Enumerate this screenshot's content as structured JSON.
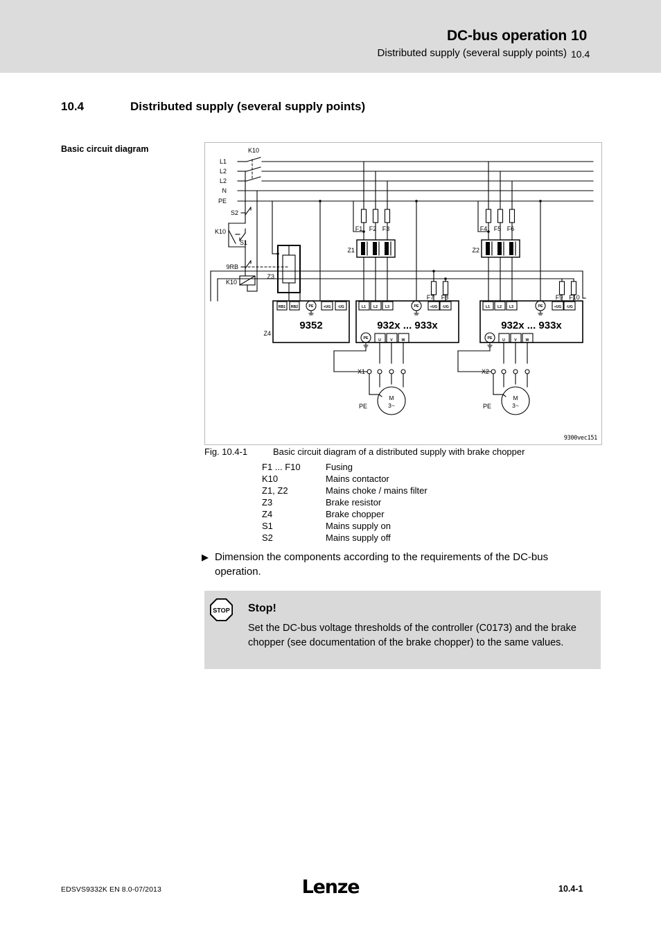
{
  "header": {
    "title": "DC-bus operation",
    "subtitle": "Distributed supply (several supply points)",
    "chapter": "10",
    "section": "10.4"
  },
  "section_heading": {
    "number": "10.4",
    "title": "Distributed supply (several supply points)"
  },
  "side_label": "Basic circuit diagram",
  "figure": {
    "label": "Fig. 10.4-1",
    "caption": "Basic circuit diagram of a distributed supply with brake chopper",
    "reference_code": "9300vec151",
    "legend": [
      {
        "key": "F1 ... F10",
        "value": "Fusing"
      },
      {
        "key": "K10",
        "value": "Mains contactor"
      },
      {
        "key": "Z1, Z2",
        "value": "Mains choke / mains filter"
      },
      {
        "key": "Z3",
        "value": "Brake resistor"
      },
      {
        "key": "Z4",
        "value": "Brake chopper"
      },
      {
        "key": "S1",
        "value": "Mains supply on"
      },
      {
        "key": "S2",
        "value": "Mains supply off"
      }
    ]
  },
  "diagram": {
    "rails": [
      "L1",
      "L2",
      "L2",
      "N",
      "PE"
    ],
    "contactor_label": "K10",
    "control": {
      "s2": "S2",
      "s1": "S1",
      "k10_aux": "K10",
      "thermal": "9RB",
      "k10_coil": "K10"
    },
    "components": {
      "z1": "Z1",
      "z2": "Z2",
      "z3": "Z3",
      "z4": "Z4"
    },
    "fuses_group1": [
      "F1",
      "F2",
      "F3"
    ],
    "fuses_group2": [
      "F4",
      "F5",
      "F6"
    ],
    "fuses_dc1": [
      "F7",
      "F8"
    ],
    "fuses_dc2": [
      "F9",
      "F10"
    ],
    "modules": [
      {
        "title": "9352",
        "top_terminals": [
          "RB1",
          "RB2",
          "PE",
          "+UG",
          "-UG"
        ],
        "bottom_terminals": []
      },
      {
        "title": "932x ... 933x",
        "top_terminals": [
          "L1",
          "L2",
          "L3",
          "PE",
          "+UG",
          "-UG"
        ],
        "bottom_terminals": [
          "PE",
          "U",
          "V",
          "W"
        ]
      },
      {
        "title": "932x ... 933x",
        "top_terminals": [
          "L1",
          "L2",
          "L3",
          "PE",
          "+UG",
          "-UG"
        ],
        "bottom_terminals": [
          "PE",
          "U",
          "V",
          "W"
        ]
      }
    ],
    "motor_connectors": [
      "X1",
      "X2"
    ],
    "motor_symbol": {
      "line1": "M",
      "line2": "3~"
    },
    "motor_pe": "PE"
  },
  "bullet": {
    "marker": "▶",
    "text": "Dimension the components according to the requirements of the DC-bus operation."
  },
  "note": {
    "icon_text": "STOP",
    "title": "Stop!",
    "body": "Set the DC-bus voltage thresholds of the controller (C0173) and the brake chopper (see documentation of the brake chopper) to the same values."
  },
  "footer": {
    "document_id": "EDSVS9332K  EN  8.0-07/2013",
    "logo": "Lenze",
    "page_number": "10.4-1"
  }
}
